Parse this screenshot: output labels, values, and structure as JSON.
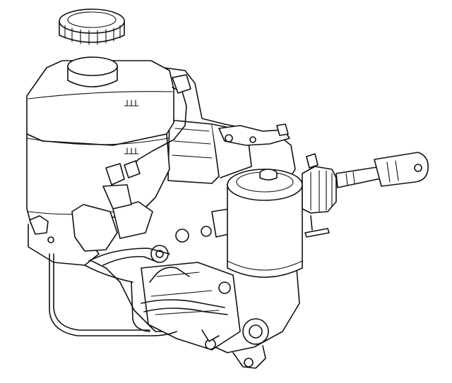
{
  "illustration": {
    "parts": [
      {
        "id": "reservoir-cap",
        "icon": "reservoir-cap-icon"
      },
      {
        "id": "fluid-reservoir",
        "icon": "fluid-reservoir-icon"
      },
      {
        "id": "accumulator",
        "icon": "accumulator-canister-icon"
      },
      {
        "id": "push-rod",
        "icon": "clevis-push-rod-icon"
      },
      {
        "id": "brake-lines",
        "icon": "brake-line-icon"
      },
      {
        "id": "hydraulic-unit",
        "icon": "hydraulic-unit-icon"
      }
    ],
    "line_color": "#111111",
    "background": "#ffffff"
  }
}
